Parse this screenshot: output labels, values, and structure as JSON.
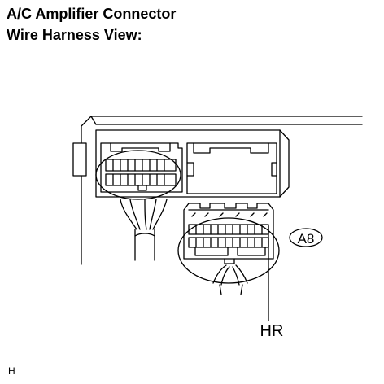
{
  "header": {
    "title_line1": "A/C Amplifier Connector",
    "title_line2": "Wire Harness View:"
  },
  "diagram": {
    "connector_tag": "A8",
    "terminal_label": "HR",
    "figure_code": "H"
  }
}
